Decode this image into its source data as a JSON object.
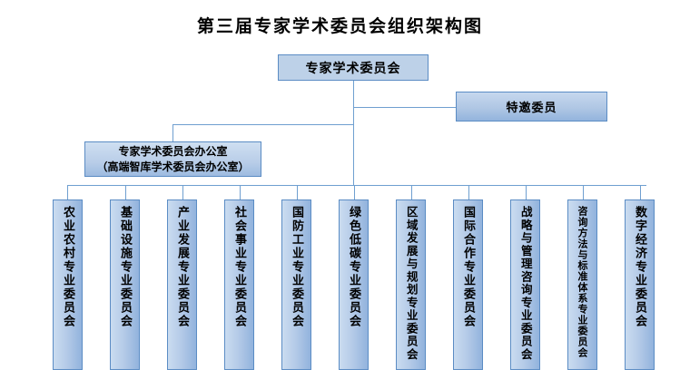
{
  "title": "第三届专家学术委员会组织架构图",
  "colors": {
    "box_fill_light": "#bdd1e8",
    "box_fill_mid": "#b5cbe8",
    "box_fill_deep": "#92b3dd",
    "border": "#5b8cc4",
    "connector": "#6f9fd0",
    "text": "#000000"
  },
  "nodes": {
    "root": {
      "label": "专家学术委员会"
    },
    "invited": {
      "label": "特邀委员"
    },
    "office": {
      "line1": "专家学术委员会办公室",
      "line2": "（高端智库学术委员会办公室）"
    }
  },
  "committees": [
    {
      "label": "农业农村专业委员会"
    },
    {
      "label": "基础设施专业委员会"
    },
    {
      "label": "产业发展专业委员会"
    },
    {
      "label": "社会事业专业委员会"
    },
    {
      "label": "国防工业专业委员会"
    },
    {
      "label": "绿色低碳专业委员会"
    },
    {
      "label": "区域发展与规划专业委员会"
    },
    {
      "label": "国际合作专业委员会"
    },
    {
      "label": "战略与管理咨询专业委员会"
    },
    {
      "label": "咨询方法与标准体系专业委员会"
    },
    {
      "label": "数字经济专业委员会"
    }
  ]
}
